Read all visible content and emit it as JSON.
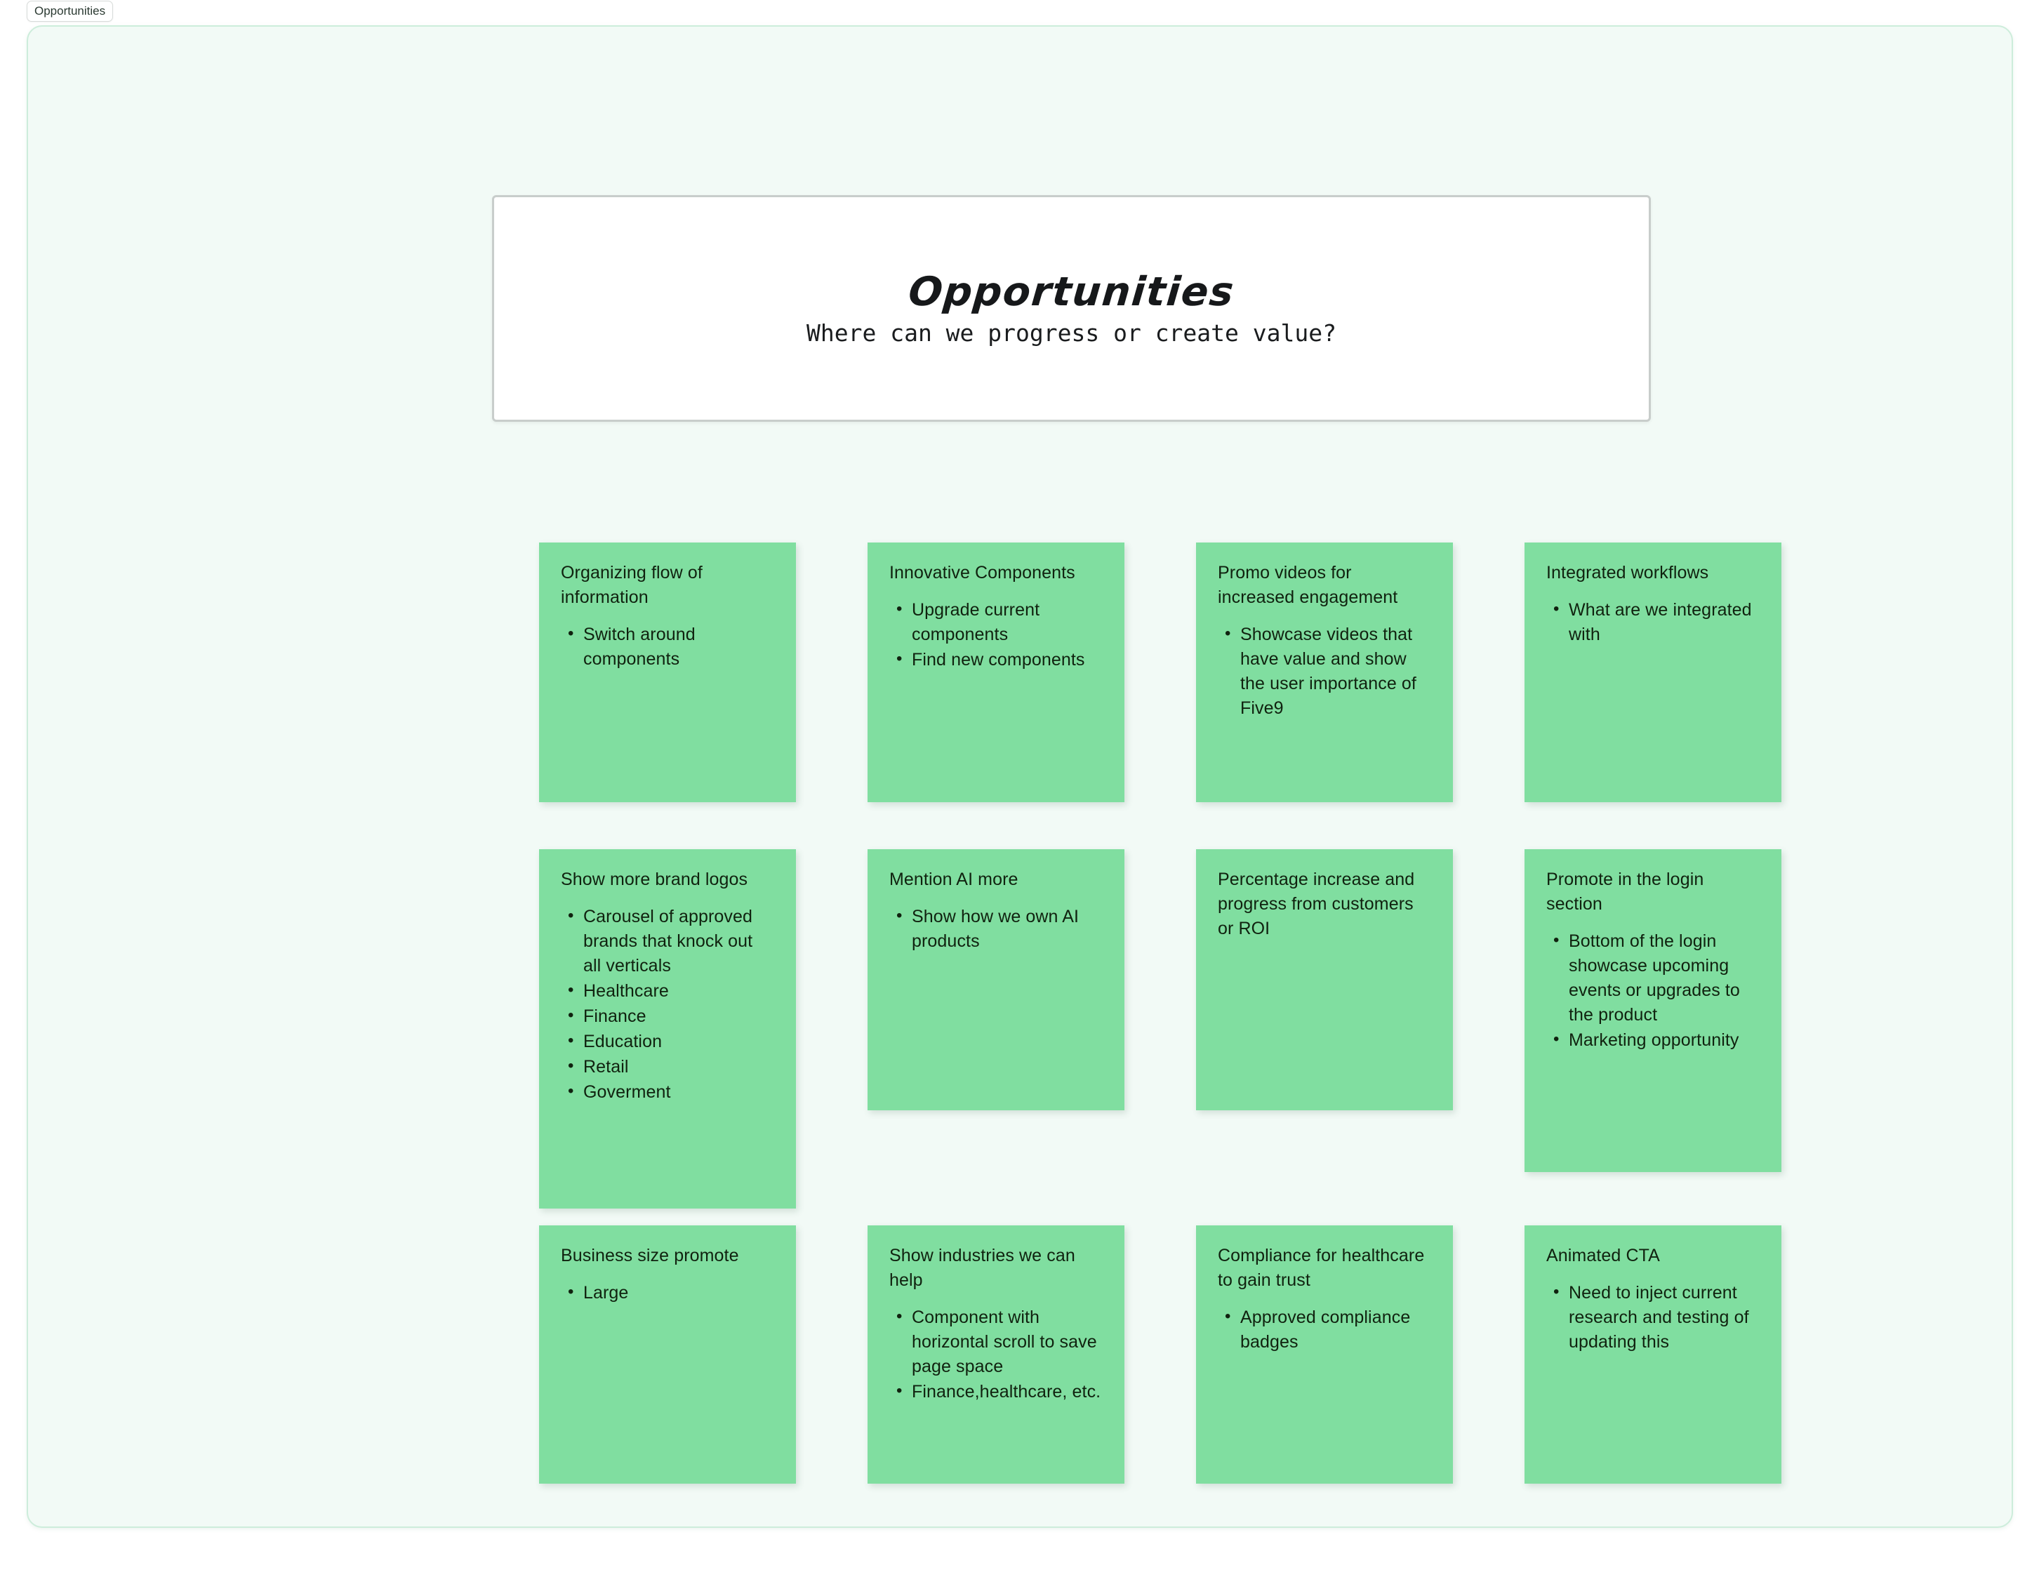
{
  "tab": {
    "label": "Opportunities"
  },
  "header": {
    "title": "Opportunities",
    "subtitle": "Where can we progress or create value?"
  },
  "colors": {
    "board_background": "#f2faf6",
    "board_border": "#cdeddb",
    "note_background": "#80dea0",
    "note_text": "#10220f",
    "header_card_background": "#ffffff",
    "header_card_border": "#c8cdcb"
  },
  "notes": [
    {
      "title": "Organizing flow of information",
      "items": [
        "Switch around components"
      ]
    },
    {
      "title": "Innovative Components",
      "items": [
        "Upgrade current components",
        "Find new components"
      ]
    },
    {
      "title": "Promo videos for increased engagement",
      "items": [
        "Showcase videos that have value and show the user importance of Five9"
      ]
    },
    {
      "title": "Integrated workflows",
      "items": [
        "What are we integrated with"
      ]
    },
    {
      "title": "Show more brand logos",
      "items": [
        "Carousel of approved brands that knock out all verticals",
        "Healthcare",
        "Finance",
        "Education",
        "Retail",
        "Goverment"
      ]
    },
    {
      "title": "Mention AI more",
      "items": [
        "Show how we own AI products"
      ]
    },
    {
      "title": "Percentage increase and progress from customers or ROI",
      "items": []
    },
    {
      "title": "Promote in the login section",
      "items": [
        "Bottom of the login showcase upcoming events or upgrades to the product",
        "Marketing opportunity"
      ]
    },
    {
      "title": "Business size promote",
      "items": [
        "Large"
      ]
    },
    {
      "title": "Show industries we can help",
      "items": [
        "Component with horizontal scroll to save page space",
        "Finance,healthcare, etc."
      ]
    },
    {
      "title": "Compliance for healthcare to gain trust",
      "items": [
        "Approved compliance badges"
      ]
    },
    {
      "title": "Animated CTA",
      "items": [
        "Need to inject current research and testing of updating this"
      ]
    }
  ]
}
